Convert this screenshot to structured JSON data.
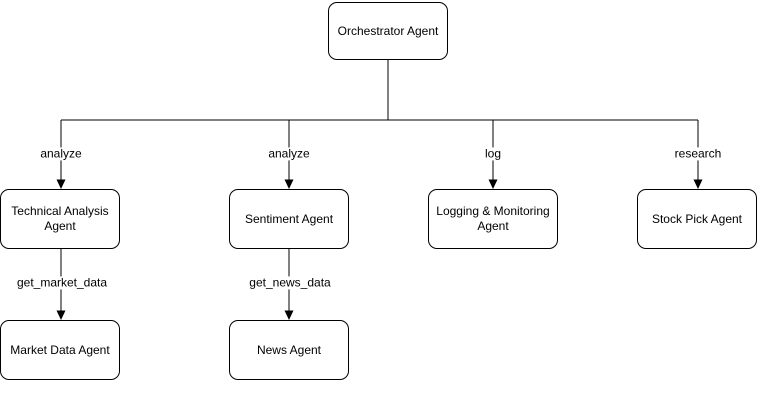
{
  "diagram": {
    "nodes": {
      "orchestrator": {
        "label": "Orchestrator Agent"
      },
      "technical": {
        "label": "Technical Analysis Agent"
      },
      "sentiment": {
        "label": "Sentiment Agent"
      },
      "logging": {
        "label": "Logging & Monitoring Agent"
      },
      "stock_pick": {
        "label": "Stock Pick Agent"
      },
      "market_data": {
        "label": "Market Data Agent"
      },
      "news": {
        "label": "News Agent"
      }
    },
    "edges": {
      "orchestrator_to_technical": {
        "label": "analyze"
      },
      "orchestrator_to_sentiment": {
        "label": "analyze"
      },
      "orchestrator_to_logging": {
        "label": "log"
      },
      "orchestrator_to_stock_pick": {
        "label": "research"
      },
      "technical_to_market_data": {
        "label": "get_market_data"
      },
      "sentiment_to_news": {
        "label": "get_news_data"
      }
    },
    "colors": {
      "stroke": "#000000",
      "node_fill": "#ffffff",
      "text": "#000000",
      "background": "#ffffff"
    }
  }
}
